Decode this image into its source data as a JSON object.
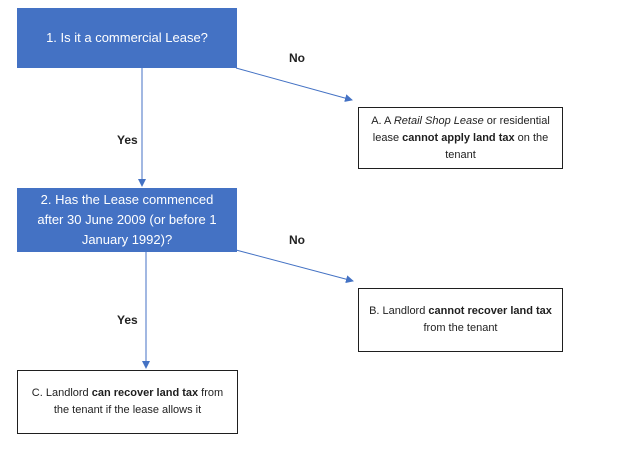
{
  "nodes": {
    "q1": {
      "text": "1. Is it a commercial Lease?"
    },
    "q2": {
      "text": "2. Has the Lease commenced after 30 June 2009 (or before 1 January 1992)?"
    },
    "a": {
      "prefix": "A. A ",
      "italic": "Retail Shop Lease",
      "mid": " or residential lease ",
      "bold": "cannot apply land tax",
      "suffix": " on the tenant"
    },
    "b": {
      "prefix": "B. Landlord ",
      "bold": "cannot recover land tax",
      "suffix": " from the tenant"
    },
    "c": {
      "prefix": "C. Landlord ",
      "bold": "can recover land tax",
      "suffix": " from the tenant if the lease allows it"
    }
  },
  "edges": {
    "q1_no": "No",
    "q1_yes": "Yes",
    "q2_no": "No",
    "q2_yes": "Yes"
  },
  "colors": {
    "decision_fill": "#4472c4",
    "arrow": "#4472c4",
    "outcome_border": "#1f1f1f"
  }
}
